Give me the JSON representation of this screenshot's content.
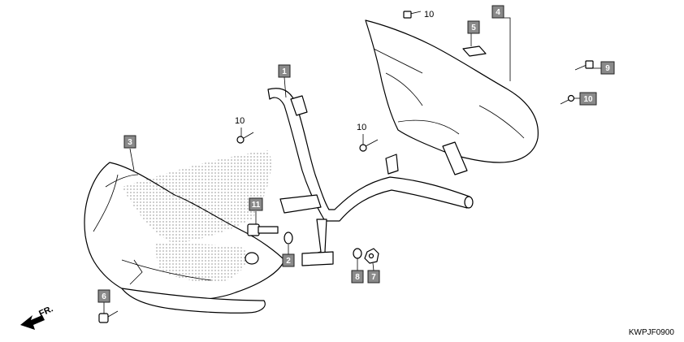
{
  "diagram": {
    "code": "KWPJF0900",
    "direction_label": "FR.",
    "callouts": [
      {
        "id": "c1",
        "label": "1",
        "boxed": true
      },
      {
        "id": "c2",
        "label": "2",
        "boxed": true
      },
      {
        "id": "c3",
        "label": "3",
        "boxed": true
      },
      {
        "id": "c4",
        "label": "4",
        "boxed": true
      },
      {
        "id": "c5",
        "label": "5",
        "boxed": true
      },
      {
        "id": "c6",
        "label": "6",
        "boxed": true
      },
      {
        "id": "c7",
        "label": "7",
        "boxed": true
      },
      {
        "id": "c8",
        "label": "8",
        "boxed": true
      },
      {
        "id": "c9",
        "label": "9",
        "boxed": true
      },
      {
        "id": "c10a",
        "label": "10",
        "boxed": false
      },
      {
        "id": "c10b",
        "label": "10",
        "boxed": true
      },
      {
        "id": "c10c",
        "label": "10",
        "boxed": false
      },
      {
        "id": "c10d",
        "label": "10",
        "boxed": false
      },
      {
        "id": "c11",
        "label": "11",
        "boxed": true
      }
    ]
  }
}
